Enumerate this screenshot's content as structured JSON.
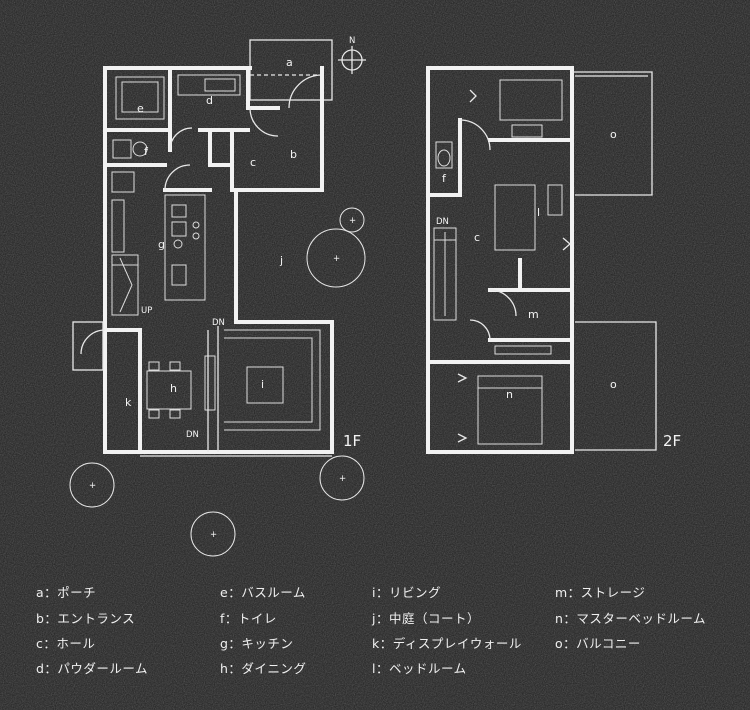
{
  "floors": [
    {
      "label": "1F"
    },
    {
      "label": "2F"
    }
  ],
  "annotations": {
    "up": "UP",
    "dn": "DN",
    "north": "N"
  },
  "rooms": {
    "a": "a",
    "b": "b",
    "c": "c",
    "d": "d",
    "e": "e",
    "f": "f",
    "g": "g",
    "h": "h",
    "i": "i",
    "j": "j",
    "k": "k",
    "l": "l",
    "m": "m",
    "n": "n",
    "o": "o"
  },
  "legend": [
    {
      "key": "a",
      "text": "a：ポーチ"
    },
    {
      "key": "b",
      "text": "b：エントランス"
    },
    {
      "key": "c",
      "text": "c：ホール"
    },
    {
      "key": "d",
      "text": "d：パウダールーム"
    },
    {
      "key": "e",
      "text": "e：バスルーム"
    },
    {
      "key": "f",
      "text": "f：トイレ"
    },
    {
      "key": "g",
      "text": "g：キッチン"
    },
    {
      "key": "h",
      "text": "h：ダイニング"
    },
    {
      "key": "i",
      "text": "i：リビング"
    },
    {
      "key": "j",
      "text": "j：中庭（コート）"
    },
    {
      "key": "k",
      "text": "k：ディスプレイウォール"
    },
    {
      "key": "l",
      "text": "l：ベッドルーム"
    },
    {
      "key": "m",
      "text": "m：ストレージ"
    },
    {
      "key": "n",
      "text": "n：マスターベッドルーム"
    },
    {
      "key": "o",
      "text": "o：バルコニー"
    }
  ]
}
